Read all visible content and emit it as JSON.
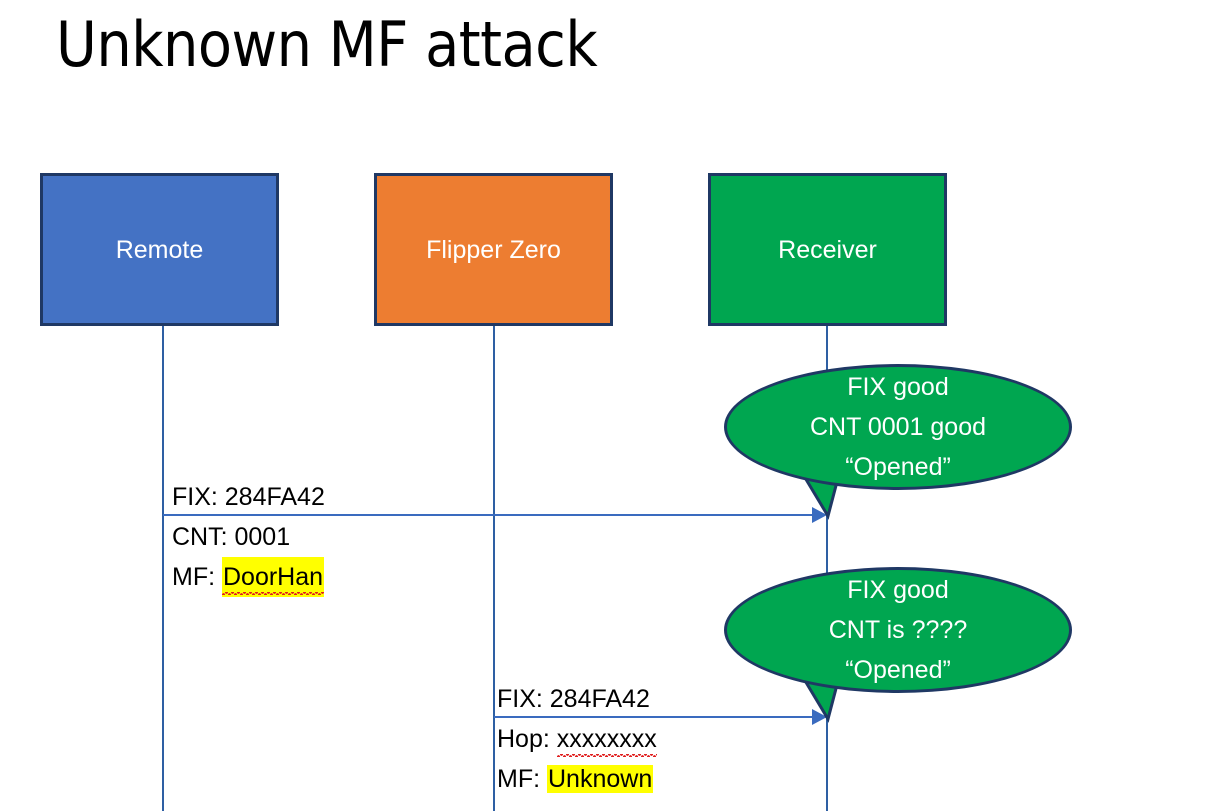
{
  "slide": {
    "title": "Unknown MF attack"
  },
  "actors": [
    {
      "id": "remote",
      "label": "Remote",
      "color": "#4472C4"
    },
    {
      "id": "flipper",
      "label": "Flipper Zero",
      "color": "#ED7D31"
    },
    {
      "id": "receiver",
      "label": "Receiver",
      "color": "#00A650"
    }
  ],
  "messages": [
    {
      "id": "msg1",
      "from": "remote",
      "to": "receiver",
      "above": "FIX: 284FA42",
      "below_line1_prefix": "CNT: 0001",
      "below_line2_prefix": "MF: ",
      "below_line2_value": "DoorHan",
      "highlight_color": "#FFFF00"
    },
    {
      "id": "msg2",
      "from": "flipper",
      "to": "receiver",
      "above": "FIX: 284FA42",
      "below_line1_prefix": "Hop: ",
      "below_line1_value": "xxxxxxxx",
      "below_line2_prefix": "MF: ",
      "below_line2_value": "Unknown",
      "highlight_color": "#FFFF00"
    }
  ],
  "callouts": [
    {
      "id": "callout1",
      "line1": "FIX good",
      "line2": "CNT 0001 good",
      "line3": "“Opened”",
      "color": "#00A650"
    },
    {
      "id": "callout2",
      "line1": "FIX good",
      "line2": "CNT is ????",
      "line3": "“Opened”",
      "color": "#00A650"
    }
  ],
  "theme": {
    "box_border": "#1F3864",
    "lifeline_color": "#2E5FA3",
    "arrow_color": "#3A6BBF",
    "text_color": "#000000",
    "background": "#FFFFFF"
  }
}
